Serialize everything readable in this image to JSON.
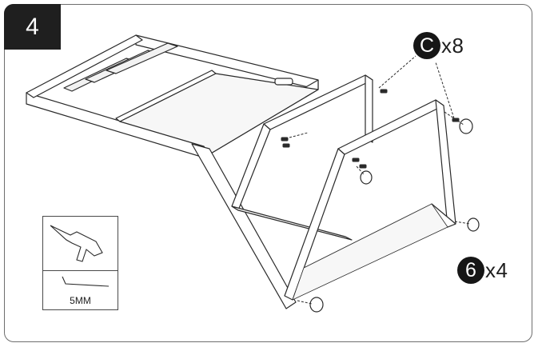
{
  "step": {
    "number": "4"
  },
  "parts": [
    {
      "letter": "C",
      "quantity": "x8"
    },
    {
      "letter": "6",
      "quantity": "x4"
    }
  ],
  "tools": {
    "wrench_size": "5MM"
  }
}
